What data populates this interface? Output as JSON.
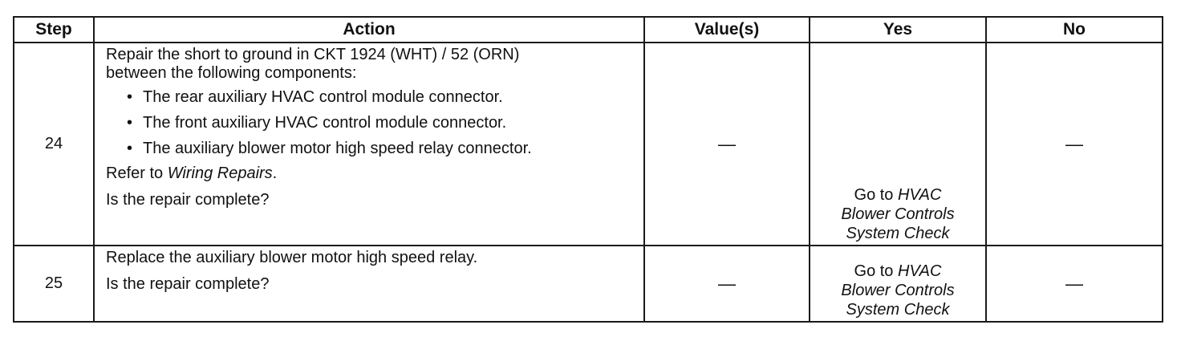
{
  "table": {
    "headers": {
      "step": "Step",
      "action": "Action",
      "values": "Value(s)",
      "yes": "Yes",
      "no": "No"
    },
    "rows": [
      {
        "step": "24",
        "action": {
          "intro_line1": "Repair the short to ground in CKT 1924 (WHT) / 52 (ORN)",
          "intro_line2": "between the following components:",
          "bullets": [
            "The rear auxiliary HVAC control module connector.",
            "The front auxiliary HVAC control module connector.",
            "The auxiliary blower motor high speed relay connector."
          ],
          "refer_prefix": "Refer to ",
          "refer_link": "Wiring Repairs",
          "refer_suffix": ".",
          "question": "Is the repair complete?"
        },
        "values": "—",
        "yes": {
          "prefix": "Go to ",
          "link_line1": "HVAC",
          "link_line2": "Blower Controls",
          "link_line3": "System Check"
        },
        "no": "—"
      },
      {
        "step": "25",
        "action": {
          "line1": "Replace the auxiliary blower motor high speed relay.",
          "question": "Is the repair complete?"
        },
        "values": "—",
        "yes": {
          "prefix": "Go to ",
          "link_line1": "HVAC",
          "link_line2": "Blower Controls",
          "link_line3": "System Check"
        },
        "no": "—"
      }
    ]
  }
}
